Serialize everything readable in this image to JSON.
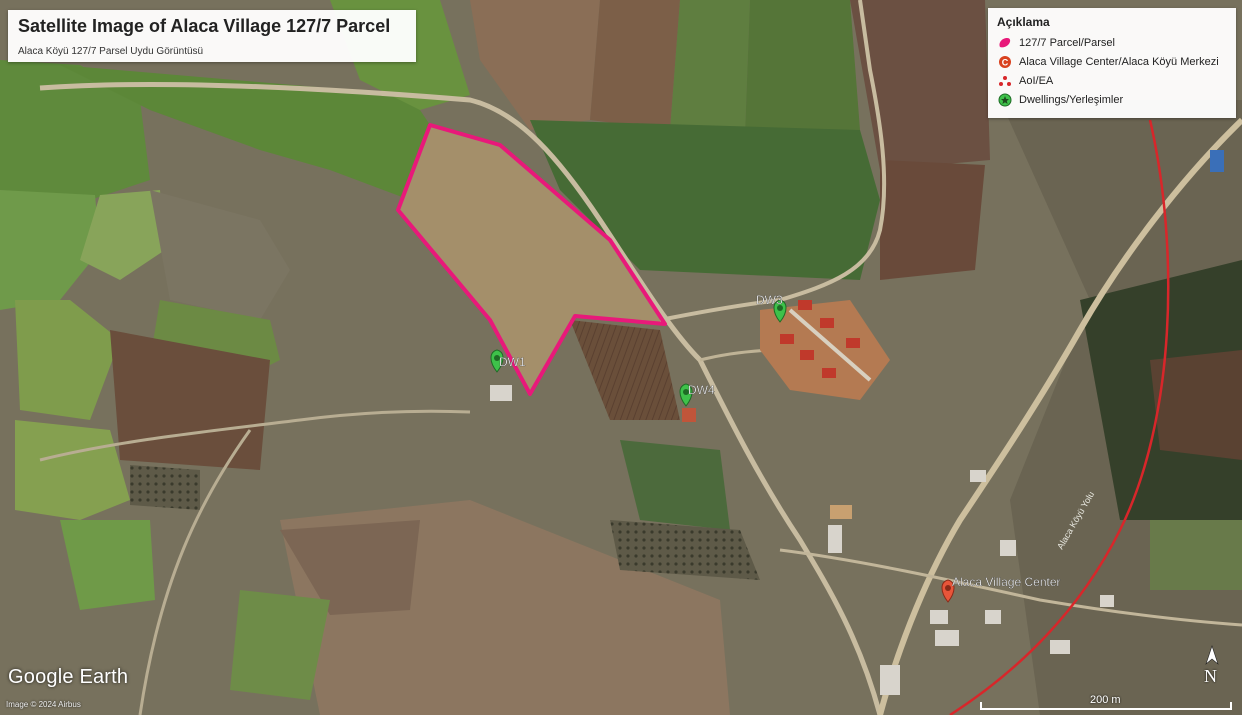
{
  "title": {
    "main": "Satellite Image of Alaca Village 127/7 Parcel",
    "sub": "Alaca Köyü 127/7 Parsel Uydu Görüntüsü"
  },
  "legend": {
    "title": "Açıklama",
    "items": [
      {
        "label": "127/7 Parcel/Parsel",
        "icon": "parcel-polygon-icon",
        "color": "#e8197a"
      },
      {
        "label": "Alaca Village Center/Alaca Köyü Merkezi",
        "icon": "village-center-icon",
        "color": "#d9411e"
      },
      {
        "label": "AoI/EA",
        "icon": "aoi-dots-icon",
        "color": "#d8262a"
      },
      {
        "label": "Dwellings/Yerleşimler",
        "icon": "dwelling-star-icon",
        "color": "#3ec14a"
      }
    ]
  },
  "markers": {
    "dw1": "DW1",
    "dw3": "DW3",
    "dw4": "DW4",
    "village_center": "Alaca Village Center"
  },
  "road_label": "Alaca Köyü Yolu",
  "logo": "Google Earth",
  "imagery_credit": "Image © 2024 Airbus",
  "scale": {
    "label": "200 m"
  },
  "north": "N",
  "colors": {
    "parcel": "#e8197a",
    "aoi": "#d8262a",
    "dwelling": "#3ec14a",
    "village_center": "#e8553a"
  }
}
